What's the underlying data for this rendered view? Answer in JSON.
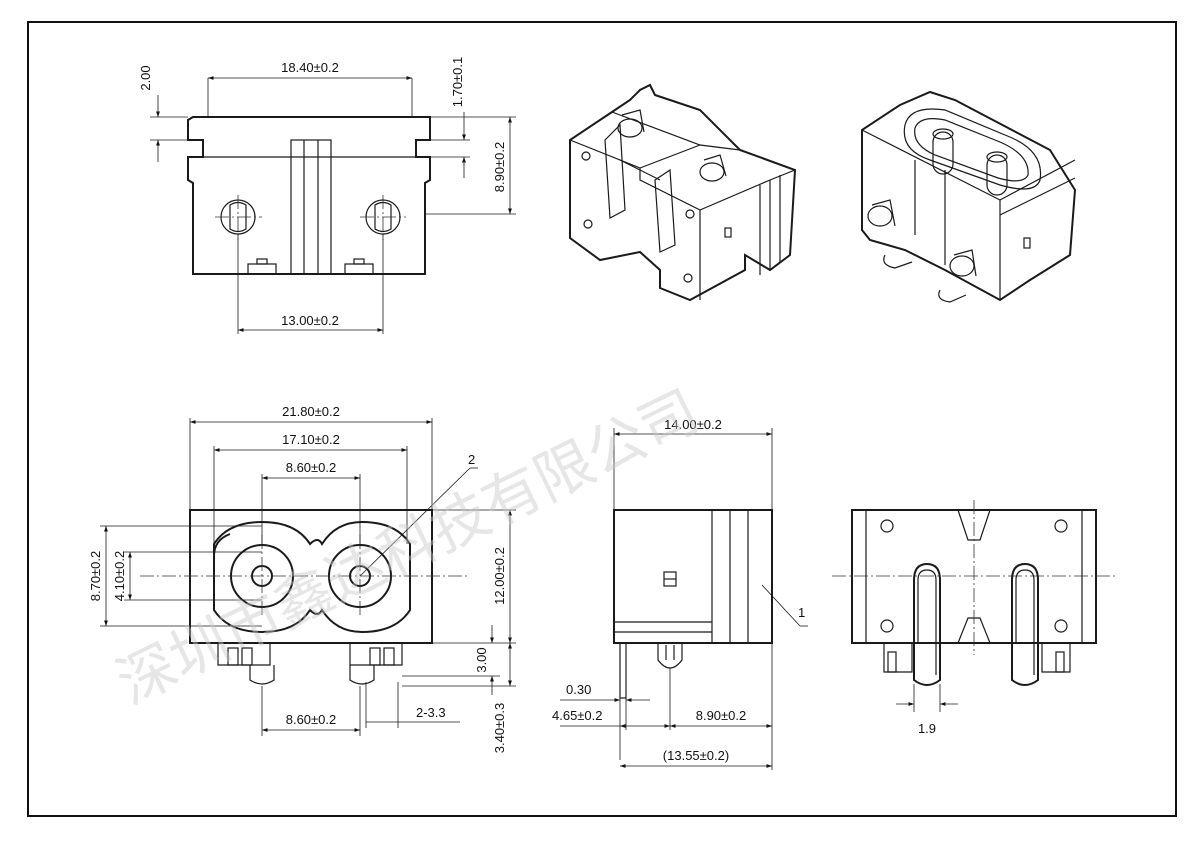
{
  "dimensions": {
    "top_width": "18.40±0.2",
    "top_left_height": "2.00",
    "top_right_small": "1.70±0.1",
    "top_right_height": "8.90±0.2",
    "top_pin_spacing": "13.00±0.2",
    "front_overall_width": "21.80±0.2",
    "front_inner_width": "17.10±0.2",
    "front_hole_spacing": "8.60±0.2",
    "front_outer_height": "8.70±0.2",
    "front_inner_height": "4.10±0.2",
    "front_body_height": "12.00±0.2",
    "front_pin_height": "3.00",
    "front_pin_length": "3.40±0.3",
    "front_pin_spacing": "8.60±0.2",
    "front_pin_size": "2-3.3",
    "side_depth": "14.00±0.2",
    "side_thickness": "0.30",
    "side_offset": "4.65±0.2",
    "side_pin_offset": "8.90±0.2",
    "side_ref_depth": "(13.55±0.2)",
    "rear_pin_width": "1.9"
  },
  "callouts": {
    "callout_1": "1",
    "callout_2": "2"
  },
  "watermark": "深圳市鑫达科技有限公司"
}
